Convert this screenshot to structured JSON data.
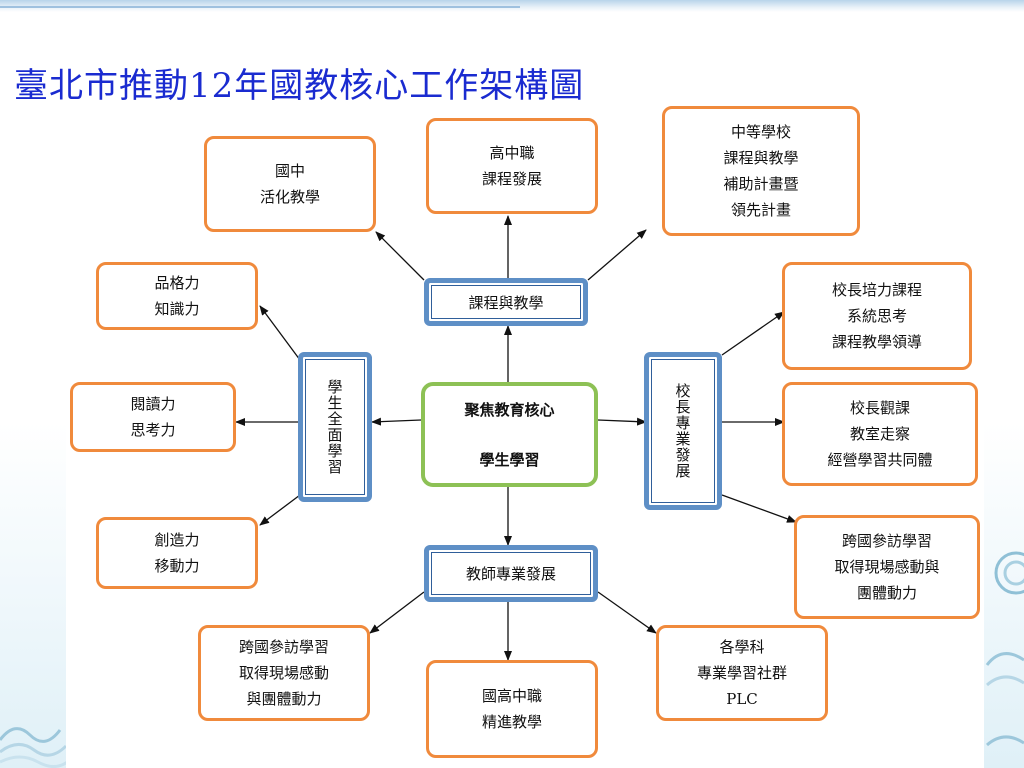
{
  "title": "臺北市推動12年國教核心工作架構圖",
  "center": {
    "line1": "聚焦教育核心",
    "line2": "學生學習"
  },
  "hubs": {
    "curriculum": "課程與教學",
    "student": "學生全面學習",
    "principal": "校長專業發展",
    "teacher": "教師專業發展"
  },
  "boxes": {
    "jh": [
      "國中",
      "活化教學"
    ],
    "sv": [
      "高中職",
      "課程發展"
    ],
    "secondary": [
      "中等學校",
      "課程與教學",
      "補助計畫暨",
      "領先計畫"
    ],
    "character": [
      "品格力",
      "知識力"
    ],
    "reading": [
      "閱讀力",
      "思考力"
    ],
    "creativity": [
      "創造力",
      "移動力"
    ],
    "p_training": [
      "校長培力課程",
      "系統思考",
      "課程教學領導"
    ],
    "p_observe": [
      "校長觀課",
      "教室走察",
      "經營學習共同體"
    ],
    "p_intl": [
      "跨國參訪學習",
      "取得現場感動與",
      "團體動力"
    ],
    "t_intl": [
      "跨國參訪學習",
      "取得現場感動",
      "與團體動力"
    ],
    "t_precision": [
      "國高中職",
      "精進教學"
    ],
    "t_plc": [
      "各學科",
      "專業學習社群",
      "PLC"
    ]
  }
}
